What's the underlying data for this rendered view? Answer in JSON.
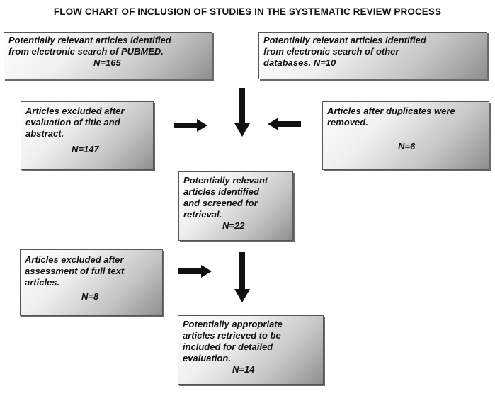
{
  "title": "FLOW CHART OF INCLUSION OF STUDIES IN THE SYSTEMATIC REVIEW PROCESS",
  "boxes": {
    "pubmed": {
      "lines": [
        "Potentially relevant articles identified",
        "from electronic search of PUBMED."
      ],
      "n": "N=165"
    },
    "other_db": {
      "lines": [
        "Potentially relevant articles identified",
        "from electronic search of other",
        "databases. N=10"
      ]
    },
    "excluded_title": {
      "lines": [
        "Articles excluded after",
        "evaluation of title and",
        "abstract."
      ],
      "n": "N=147"
    },
    "duplicates": {
      "lines": [
        "Articles after duplicates were",
        "removed."
      ],
      "n": "N=6"
    },
    "screened": {
      "lines": [
        "Potentially relevant",
        "articles identified",
        "and screened for",
        "retrieval."
      ],
      "n": "N=22"
    },
    "excluded_full": {
      "lines": [
        "Articles excluded after",
        "assessment of full text",
        "articles."
      ],
      "n": "N=8"
    },
    "final": {
      "lines": [
        "Potentially appropriate",
        "articles retrieved to be",
        "included for detailed",
        "evaluation."
      ],
      "n": "N=14"
    }
  },
  "colors": {
    "box_border": "#555555",
    "box_gradient_light": "#ffffff",
    "box_gradient_dark": "#8f8f8f",
    "arrow": "#111111"
  }
}
